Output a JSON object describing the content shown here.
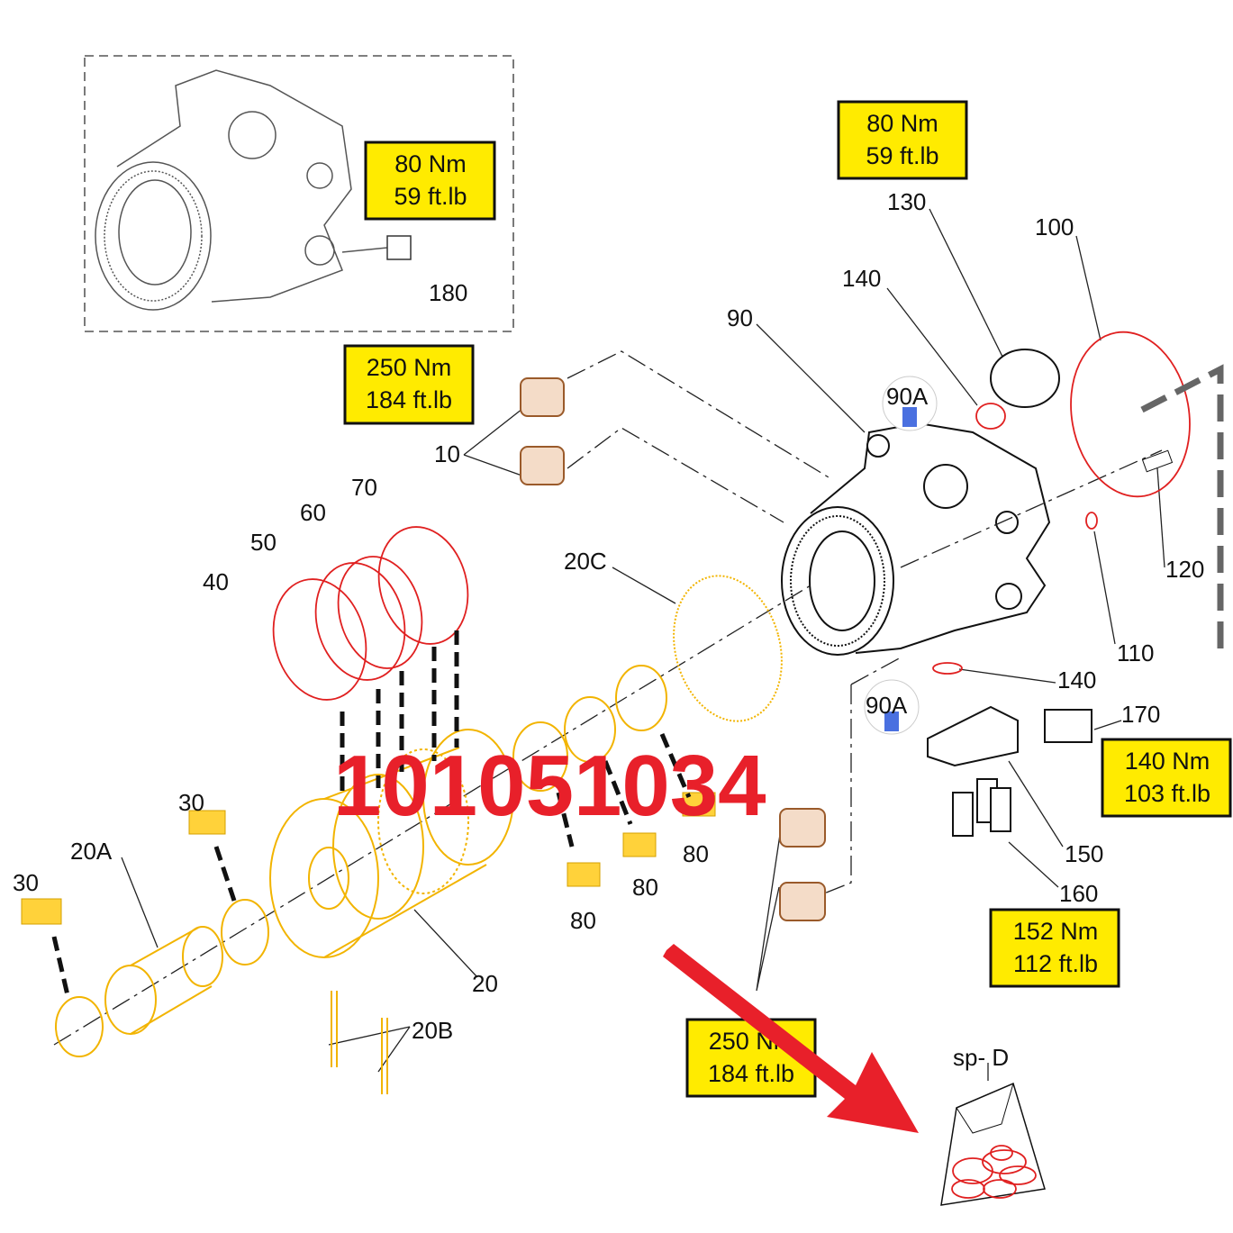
{
  "torque_boxes": [
    {
      "nm": "80 Nm",
      "ftlb": "59 ft.lb"
    },
    {
      "nm": "80 Nm",
      "ftlb": "59 ft.lb"
    },
    {
      "nm": "250 Nm",
      "ftlb": "184 ft.lb"
    },
    {
      "nm": "140 Nm",
      "ftlb": "103 ft.lb"
    },
    {
      "nm": "152 Nm",
      "ftlb": "112 ft.lb"
    },
    {
      "nm": "250 Nm",
      "ftlb": "184 ft.lb"
    }
  ],
  "callouts": [
    "180",
    "130",
    "100",
    "140",
    "90",
    "90A",
    "10",
    "70",
    "60",
    "50",
    "40",
    "20C",
    "120",
    "110",
    "140",
    "170",
    "90A",
    "30",
    "20A",
    "30",
    "80",
    "80",
    "80",
    "20",
    "20B",
    "150",
    "160"
  ],
  "kit_label": "sp- D",
  "watermark": "101051034",
  "colors": {
    "seal": "#e02020",
    "part": "#f2b400",
    "torque": "#ffeb00",
    "arrow": "#e8202a"
  }
}
